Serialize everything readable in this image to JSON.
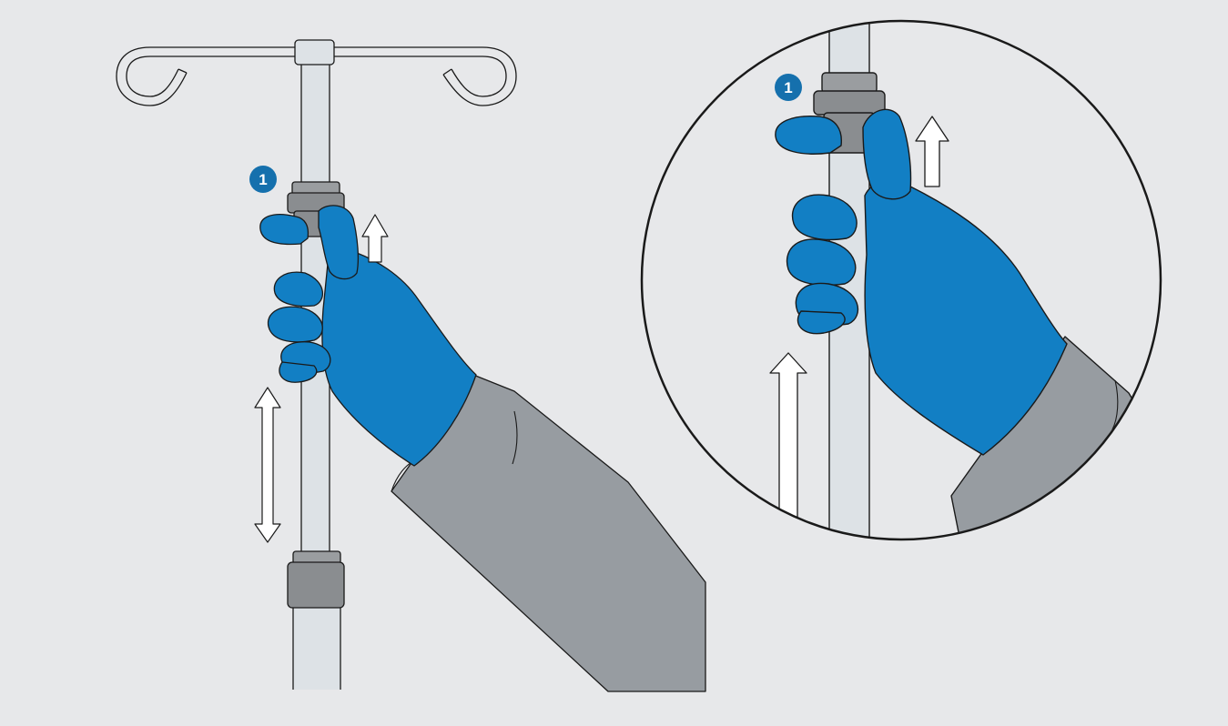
{
  "colors": {
    "background": "#e7e8ea",
    "pole": "#dde2e6",
    "outline": "#1a1a1a",
    "clamp": "#8a8d90",
    "clamp_light": "#9a9da0",
    "glove": "#127fc4",
    "sleeve": "#979ca1",
    "arrow": "#ffffff",
    "badge": "#1570ad"
  },
  "icons": {
    "badge_shape": "circle",
    "arrow_up": "outlined-up-arrow",
    "arrow_double": "outlined-double-arrow"
  },
  "left_panel": {
    "step_badge": "1"
  },
  "zoom_panel": {
    "step_badge": "1"
  }
}
